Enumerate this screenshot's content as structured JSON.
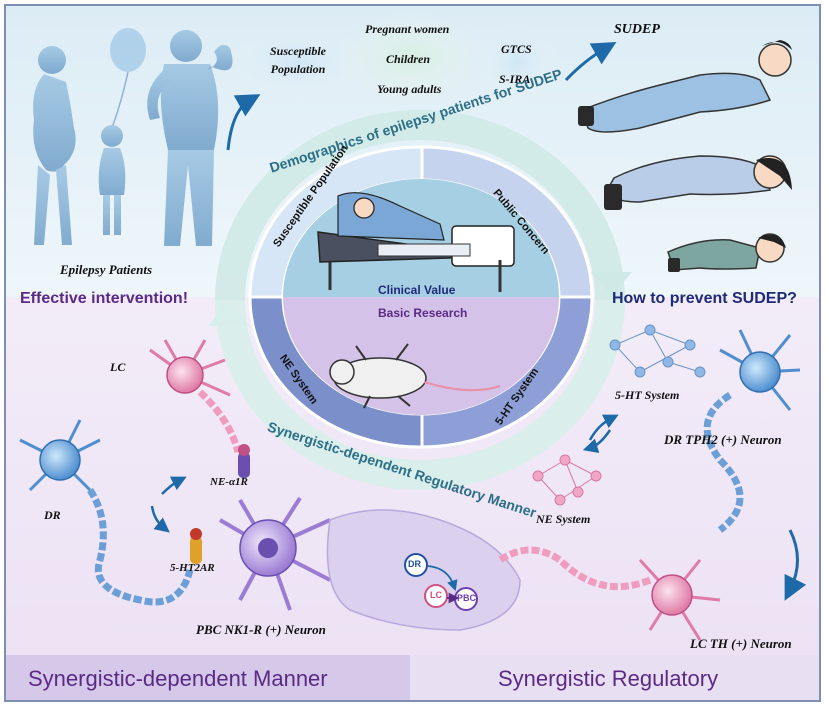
{
  "top_section": {
    "patients_label": "Epilepsy Patients",
    "susceptible_group": "Susceptible Population",
    "populations": [
      "Pregnant women",
      "Children",
      "Young adults"
    ],
    "risk_factors": [
      "GTCS",
      "S-IRA"
    ],
    "outcome": "SUDEP",
    "left_banner": "Effective intervention!",
    "right_banner": "How to prevent SUDEP?"
  },
  "ring": {
    "outer_top": "Demographics of epilepsy patients for SUDEP",
    "outer_bottom": "Synergistic-dependent Regulatory Manner",
    "segments": {
      "susceptible": "Susceptible Population",
      "public": "Public Concern",
      "ne": "NE System",
      "ht": "5-HT System"
    },
    "clinical": "Clinical Value",
    "basic": "Basic Research"
  },
  "left_neurons": {
    "lc": "LC",
    "dr": "DR",
    "ne_receptor": "NE-α1R",
    "ht_receptor": "5-HT2AR",
    "pbc": "PBC NK1-R (+) Neuron",
    "brain_nodes": [
      "DR",
      "LC",
      "PBC"
    ]
  },
  "right_neurons": {
    "ht_system": "5-HT System",
    "ne_system": "NE System",
    "dr_neuron": "DR TPH2 (+) Neuron",
    "lc_neuron": "LC TH (+) Neuron"
  },
  "footer": {
    "left": "Synergistic-dependent Manner",
    "right": "Synergistic Regulatory"
  },
  "colors": {
    "top_bg": "#e6f2f8",
    "bottom_bg": "#f0e9f7",
    "footer_bg": "#d9cdea",
    "accent_purple": "#5a2a86",
    "accent_navy": "#1f2a78",
    "arrow_blue": "#1e6aa8",
    "ring_teal": "#cfe9e6"
  }
}
